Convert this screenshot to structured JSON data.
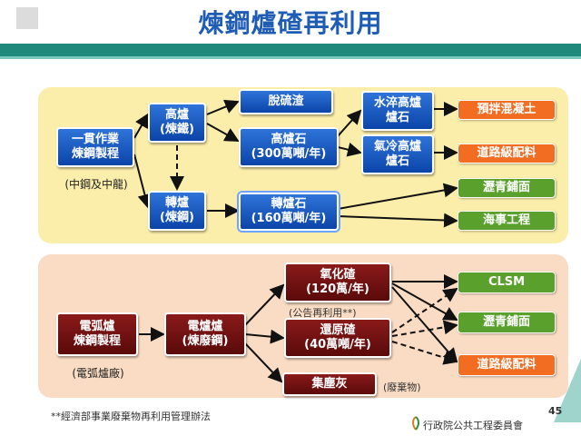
{
  "title": "煉鋼爐碴再利用",
  "top": {
    "source": "一貫作業\n煉鋼製程",
    "source_caption": "(中鋼及中龍)",
    "blast_furnace": "高爐\n(煉鐵)",
    "converter": "轉爐\n(煉鋼)",
    "desulfurization_slag": "脫硫渣",
    "blast_furnace_slag": "高爐石\n(300萬噸/年)",
    "converter_slag": "轉爐石\n(160萬噸/年)",
    "water_quenched": "水淬高爐\n爐石",
    "air_cooled": "氣冷高爐\n爐石",
    "uses": [
      "預拌混凝土",
      "道路級配料",
      "瀝青鋪面",
      "海事工程"
    ]
  },
  "bottom": {
    "source": "電弧爐\n煉鋼製程",
    "source_caption": "(電弧爐廠)",
    "eaf": "電爐爐\n(煉廢鋼)",
    "oxidizing_slag": "氧化碴\n(120萬/年)",
    "oxidizing_note": "(公告再利用**)",
    "reducing_slag": "還原碴\n(40萬噸/年)",
    "dust": "集塵灰",
    "dust_note": "(廢棄物)",
    "uses": [
      "CLSM",
      "瀝青鋪面",
      "道路級配料"
    ]
  },
  "footnote": "**經濟部事業廢棄物再利用管理辦法",
  "org": "行政院公共工程委員會",
  "page_number": "45",
  "colors": {
    "title": "#1f5db5",
    "blue_node": "#0b44a8",
    "red_node": "#5a0a0a",
    "orange_use": "#f26d21",
    "green_use": "#5aa02c",
    "top_panel": "#fbeeaa",
    "bottom_panel": "#f9dcc3"
  }
}
